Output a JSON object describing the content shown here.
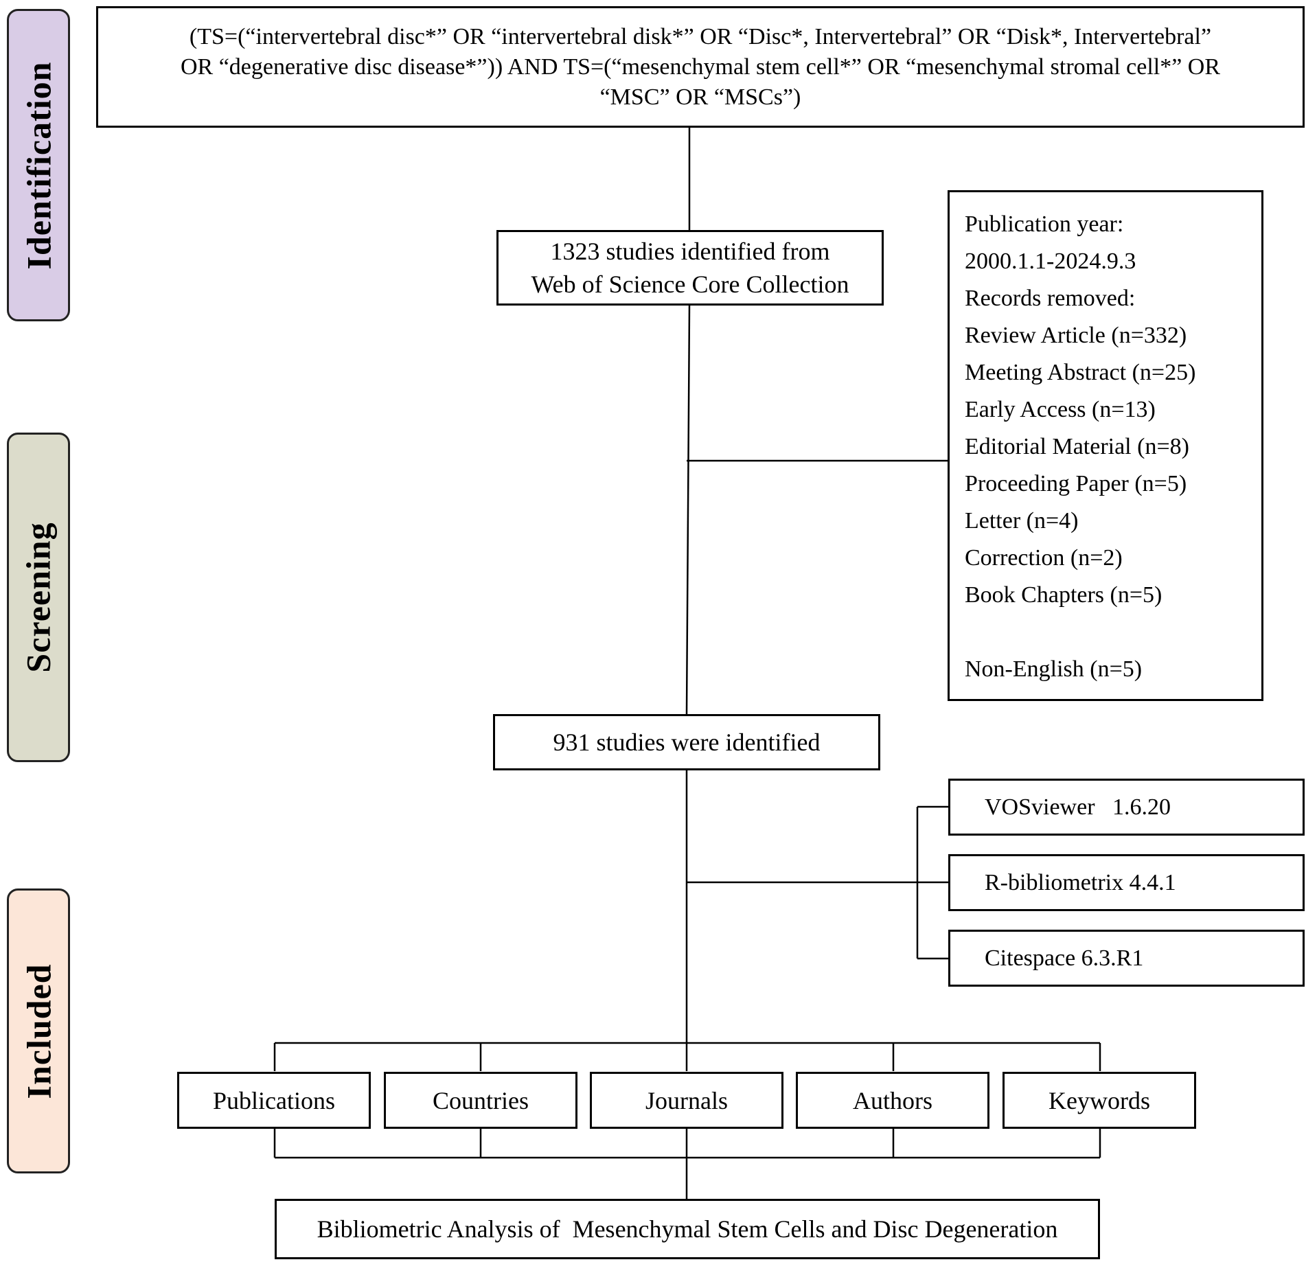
{
  "stages": [
    {
      "label": "Identification",
      "color": "#d9cce6"
    },
    {
      "label": "Screening",
      "color": "#dcdccb"
    },
    {
      "label": "Included",
      "color": "#fce6d8"
    }
  ],
  "query": {
    "line1": "(TS=(“intervertebral disc*” OR “intervertebral disk*” OR “Disc*, Intervertebral” OR “Disk*, Intervertebral”",
    "line2": "OR “degenerative disc disease*”)) AND TS=(“mesenchymal stem cell*” OR “mesenchymal stromal cell*” OR",
    "line3": "“MSC” OR “MSCs”)"
  },
  "identified": {
    "line1": "1323 studies identified from",
    "line2": "Web of Science Core Collection"
  },
  "exclusion": {
    "lines": [
      "Publication year:",
      "2000.1.1-2024.9.3",
      "Records removed:",
      "Review Article (n=332)",
      "Meeting Abstract (n=25)",
      "Early Access (n=13)",
      "Editorial Material (n=8)",
      "Proceeding Paper (n=5)",
      "Letter (n=4)",
      "Correction (n=2)",
      "Book Chapters (n=5)",
      "",
      "Non-English (n=5)"
    ]
  },
  "screened": "931 studies were identified",
  "tools": [
    "VOSviewer   1.6.20",
    "R-bibliometrix 4.4.1",
    "Citespace 6.3.R1"
  ],
  "analyses": [
    "Publications",
    "Countries",
    "Journals",
    "Authors",
    "Keywords"
  ],
  "final": "Bibliometric Analysis of  Mesenchymal Stem Cells and Disc Degeneration"
}
